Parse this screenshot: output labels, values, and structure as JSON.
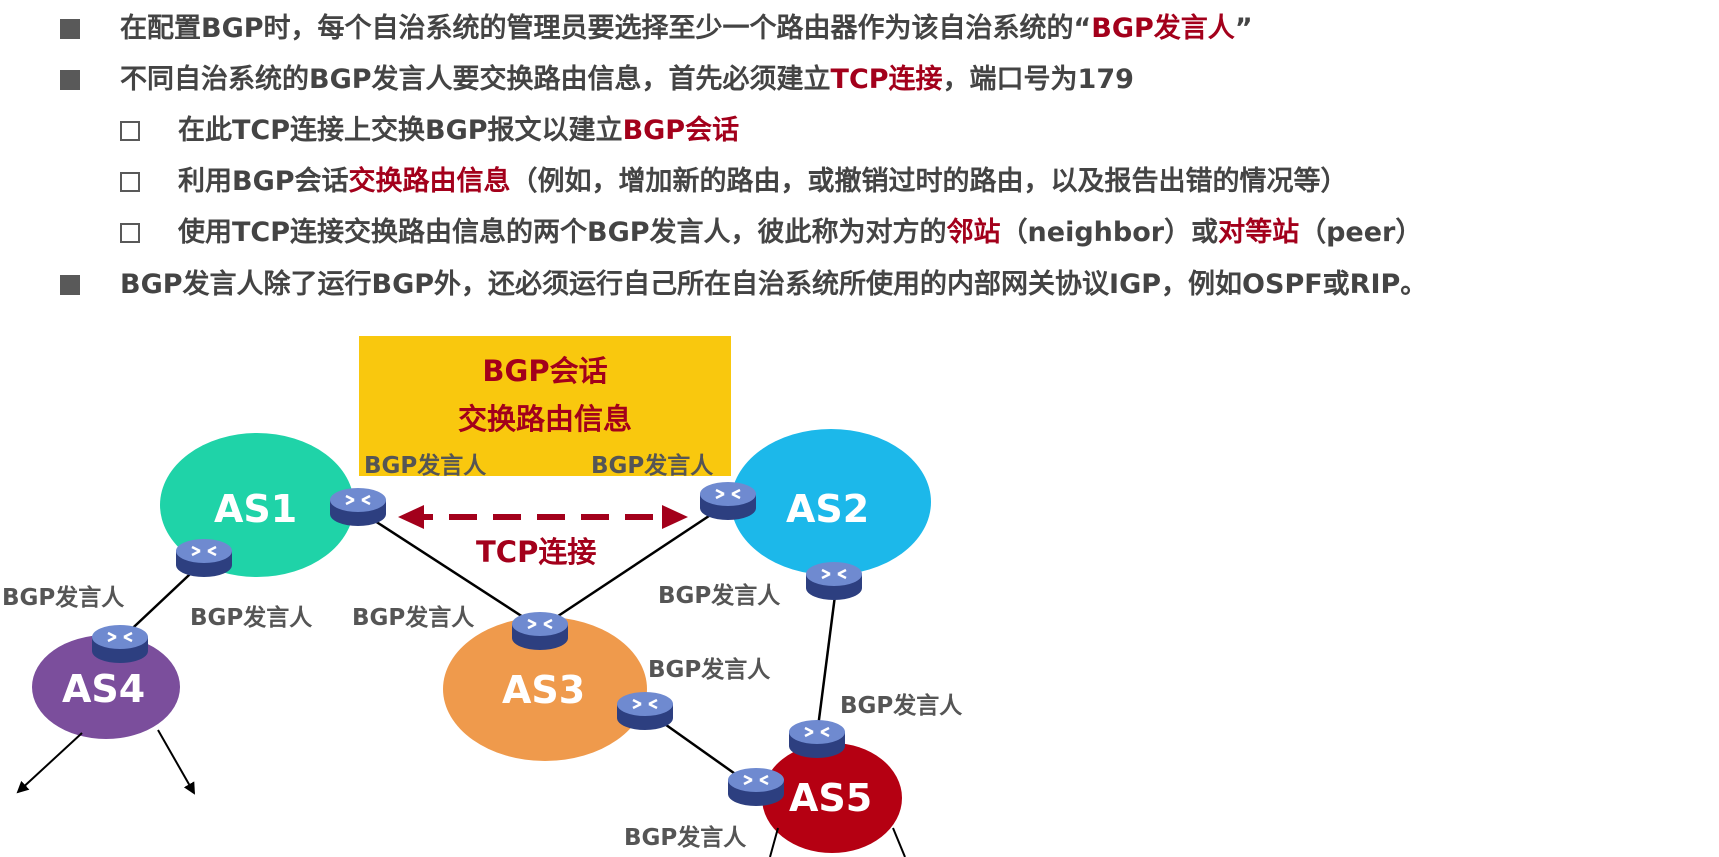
{
  "bullets": [
    {
      "type": "filled",
      "parts": [
        {
          "t": "在配置BGP时，每个自治系统的管理员要选择至少一个路由器作为该自治系统的“",
          "hl": false
        },
        {
          "t": "BGP发言人",
          "hl": true
        },
        {
          "t": "”",
          "hl": false
        }
      ]
    },
    {
      "type": "filled",
      "parts": [
        {
          "t": "不同自治系统的BGP发言人要交换路由信息，首先必须建立",
          "hl": false
        },
        {
          "t": "TCP连接",
          "hl": true
        },
        {
          "t": "，端口号为179",
          "hl": false
        }
      ]
    },
    {
      "type": "open",
      "parts": [
        {
          "t": "在此TCP连接上交换BGP报文以建立",
          "hl": false
        },
        {
          "t": "BGP会话",
          "hl": true
        }
      ]
    },
    {
      "type": "open",
      "parts": [
        {
          "t": "利用BGP会话",
          "hl": false
        },
        {
          "t": "交换路由信息",
          "hl": true
        },
        {
          "t": "（例如，增加新的路由，或撤销过时的路由，以及报告出错的情况等）",
          "hl": false
        }
      ]
    },
    {
      "type": "open",
      "parts": [
        {
          "t": "使用TCP连接交换路由信息的两个BGP发言人，彼此称为对方的",
          "hl": false
        },
        {
          "t": "邻站",
          "hl": true
        },
        {
          "t": "（neighbor）或",
          "hl": false
        },
        {
          "t": "对等站",
          "hl": true
        },
        {
          "t": "（peer）",
          "hl": false
        }
      ]
    },
    {
      "type": "filled",
      "parts": [
        {
          "t": "BGP发言人除了运行BGP外，还必须运行自己所在自治系统所使用的内部网关协议IGP，例如OSPF或RIP。",
          "hl": false
        }
      ]
    }
  ],
  "session_box": {
    "line1": "BGP会话",
    "line2": "交换路由信息"
  },
  "tcp_label": "TCP连接",
  "speaker_label": "BGP发言人",
  "as": {
    "as1": "AS1",
    "as2": "AS2",
    "as3": "AS3",
    "as4": "AS4",
    "as5": "AS5"
  },
  "colors": {
    "highlight": "#a3001b",
    "as1": "#1fd3a8",
    "as2": "#1cb8ea",
    "as3": "#ef9a4c",
    "as4": "#7b4e9c",
    "as5": "#b50012",
    "session": "#f9c80e"
  }
}
